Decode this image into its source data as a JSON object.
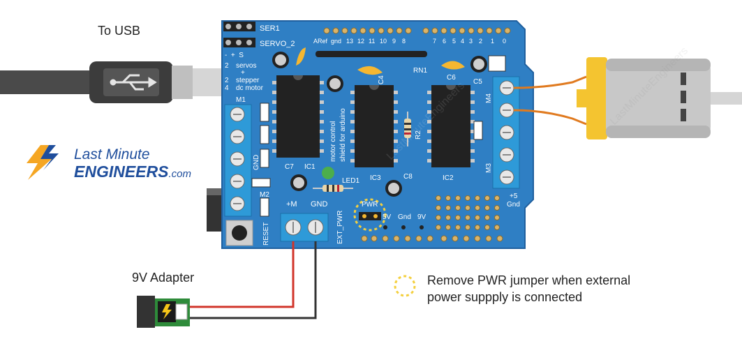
{
  "labels": {
    "usb": "To USB",
    "adapter": "9V Adapter",
    "note_line1": "Remove PWR jumper when external",
    "note_line2": "power suppply is connected"
  },
  "logo": {
    "line1": "Last Minute",
    "line2": "ENGINEERS",
    "suffix": ".com"
  },
  "board": {
    "ser1": "SER1",
    "servo2": "SERVO_2",
    "servo_pins": "-  +  S",
    "servo_desc": [
      "2",
      "servos",
      "+",
      "2",
      "stepper",
      "4",
      "dc motor"
    ],
    "aref": "ARef",
    "gnd_top": "gnd",
    "pin_numbers": [
      "13",
      "12",
      "11",
      "10",
      "9",
      "8",
      "7",
      "6",
      "5",
      "4",
      "3",
      "2",
      "1",
      "0"
    ],
    "chip_label": [
      "motor control",
      "shield for arduino"
    ],
    "m1": "M1",
    "m2": "M2",
    "m3": "M3",
    "m4": "M4",
    "gnd_left": "GND",
    "reset": "RESET",
    "c4": "C4",
    "c5": "C5",
    "c6": "C6",
    "c7": "C7",
    "c8": "C8",
    "ic1": "IC1",
    "ic2": "IC2",
    "ic3": "IC3",
    "rn1": "RN1",
    "r2": "R2",
    "led1": "LED1",
    "plus_m": "+M",
    "gnd_term": "GND",
    "ext_pwr": "EXT_PWR",
    "pwr": "PWR",
    "bottom_pins": [
      "5V",
      "Gnd",
      "9V"
    ],
    "plus5": "+5",
    "gnd_right": "Gnd"
  },
  "colors": {
    "board": "#2f7fc4",
    "board_edge": "#1f5f9e",
    "terminal": "#2e9ad8",
    "chip": "#222222",
    "wire_red": "#d1342a",
    "wire_black": "#333333",
    "wire_orange": "#e07a1f",
    "motor_yellow": "#f4c430",
    "logo_blue": "#1f4e9c",
    "logo_orange": "#f5a623",
    "jumper_ring": "#f4d03f"
  }
}
